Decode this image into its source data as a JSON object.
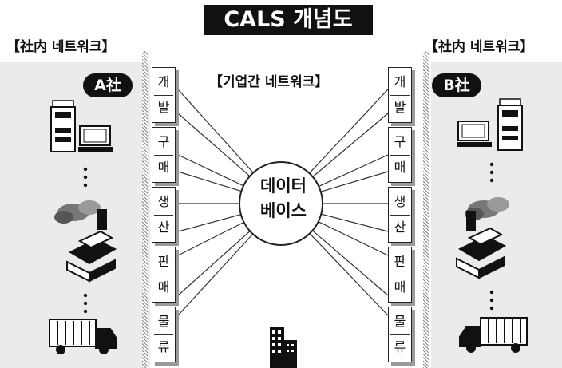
{
  "title": "CALS 개념도",
  "left_network_label": "【社内 네트워크】",
  "right_network_label": "【社内 네트워크】",
  "center_network_label": "【기업간 네트워크】",
  "company_a": "A社",
  "company_b": "B社",
  "database_label_line1": "데이터",
  "database_label_line2": "베이스",
  "departments": [
    {
      "c1": "개",
      "c2": "발"
    },
    {
      "c1": "구",
      "c2": "매"
    },
    {
      "c1": "생",
      "c2": "산"
    },
    {
      "c1": "판",
      "c2": "매"
    },
    {
      "c1": "물",
      "c2": "류"
    }
  ],
  "icons": {
    "company_a": [
      "printer-tower-icon",
      "computer-icon",
      "factory-smoke-icon",
      "gold-bars-icon",
      "truck-icon"
    ],
    "company_b": [
      "computer-icon",
      "printer-tower-icon",
      "factory-smoke-icon",
      "gold-bars-icon",
      "truck-icon"
    ],
    "center": "office-building-icon"
  }
}
